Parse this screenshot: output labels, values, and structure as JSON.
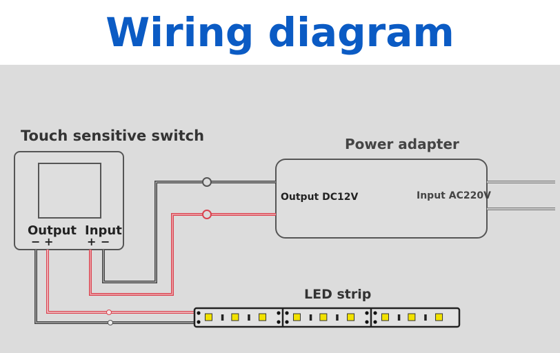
{
  "title": "Wiring diagram",
  "components": {
    "switch": {
      "label": "Touch sensitive switch",
      "output_label": "Output",
      "input_label": "Input",
      "output_polarity": [
        "−",
        "+"
      ],
      "input_polarity": [
        "+",
        "−"
      ]
    },
    "adapter": {
      "label": "Power adapter",
      "output_label": "Output DC12V",
      "input_label": "Input AC220V"
    },
    "led_strip": {
      "label": "LED strip",
      "segments": 3,
      "led_color": "#f2e200"
    }
  },
  "colors": {
    "title": "#0b5bc4",
    "positive_wire": "#d9434f",
    "negative_wire": "#555555",
    "background": "#dcdcdc"
  }
}
